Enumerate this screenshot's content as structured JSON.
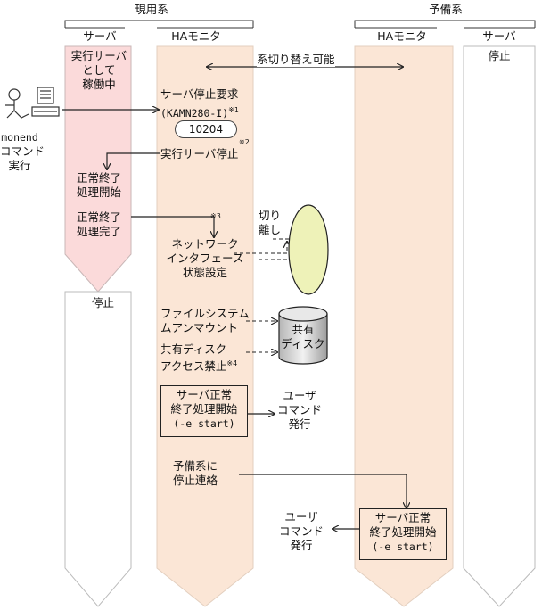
{
  "systems": {
    "active": "現用系",
    "standby": "予備系"
  },
  "columns": {
    "active_server": "サーバ",
    "active_ha": "HAモニタ",
    "standby_ha": "HAモニタ",
    "standby_server": "サーバ"
  },
  "active_server": {
    "running": [
      "実行サーバ",
      "として",
      "稼働中"
    ],
    "shutdown_start": [
      "正常終了",
      "処理開始"
    ],
    "shutdown_done": [
      "正常終了",
      "処理完了"
    ],
    "stopped": "停止"
  },
  "standby_server": {
    "stopped": "停止"
  },
  "switchover": "系切り替え可能",
  "operator": {
    "command": "monend",
    "lines": [
      "コマンド",
      "実行"
    ]
  },
  "steps": {
    "stop_request": "サーバ停止要求",
    "message_id": "(KAMN280-I)",
    "note1": "※1",
    "code": "10204",
    "exec_server_stop": "実行サーバ停止",
    "note2": "※2",
    "note3": "※3",
    "network": [
      "ネットワーク",
      "インタフェース",
      "状態設定"
    ],
    "detach": [
      "切り",
      "離し"
    ],
    "unmount": [
      "ファイルシステム",
      "ムアンマウント"
    ],
    "shared_disk": [
      "共有",
      "ディスク"
    ],
    "disk_access": [
      "共有ディスク",
      "アクセス禁止"
    ],
    "note4": "※4",
    "user_cmd_active": [
      "サーバ正常",
      "終了処理開始",
      "(-e start)"
    ],
    "user_cmd_label": [
      "ユーザ",
      "コマンド",
      "発行"
    ],
    "notify": [
      "予備系に",
      "停止連絡"
    ],
    "user_cmd_standby": [
      "サーバ正常",
      "終了処理開始",
      "(-e start)"
    ],
    "user_cmd_label2": [
      "ユーザ",
      "コマンド",
      "発行"
    ]
  },
  "colors": {
    "active_server_fill": "#fbdada",
    "ha_fill": "#fbe6d6",
    "ellipse_fill": "#eef2b8"
  }
}
